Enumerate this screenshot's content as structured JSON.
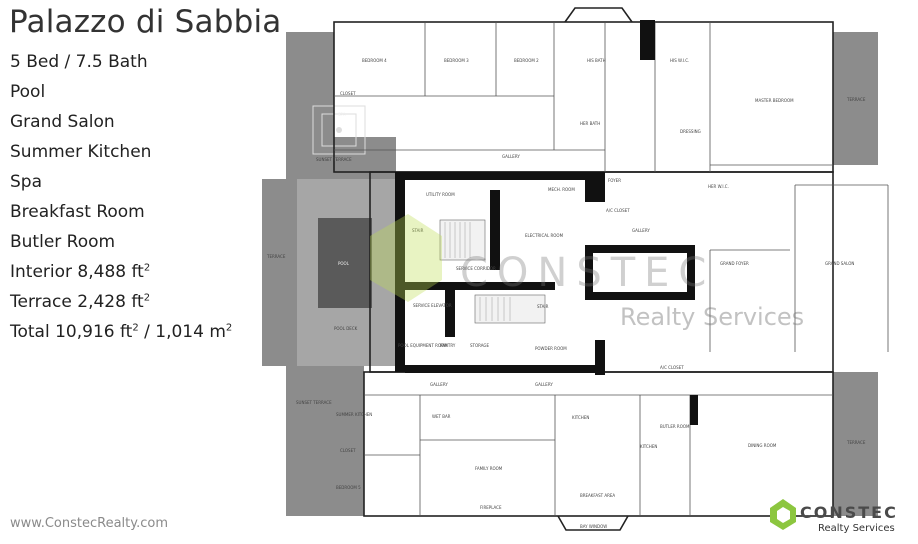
{
  "title": "Palazzo di Sabbia",
  "features": {
    "beds_baths": "5 Bed / 7.5 Bath",
    "pool": "Pool",
    "grand_salon": "Grand Salon",
    "summer_kitchen": "Summer Kitchen",
    "spa": "Spa",
    "breakfast_room": "Breakfast Room",
    "butler_room": "Butler Room",
    "interior": "Interior 8,488 ft",
    "terrace": "Terrace 2,428 ft",
    "total_a": "Total 10,916 ft",
    "total_b": " / 1,014 m",
    "sup": "2"
  },
  "footer": "www.ConstecRealty.com",
  "watermark": {
    "main": "CONSTEC",
    "sub": "Realty Services"
  },
  "brand": {
    "name": "CONSTEC",
    "sub": "Realty Services",
    "accent": "#8cc63f"
  },
  "rooms": {
    "bedroom4": "BEDROOM 4",
    "bedroom3": "BEDROOM 3",
    "bedroom2": "BEDROOM 2",
    "bedroom5": "BEDROOM 5",
    "his_bath": "HIS BATH",
    "her_bath": "HER BATH",
    "his_wic": "HIS W.I.C.",
    "her_wic": "HER W.I.C.",
    "master_bedroom": "MASTER BEDROOM",
    "terrace": "TERRACE",
    "spa": "SPA",
    "sunset_terrace": "SUNSET TERRACE",
    "pool": "POOL",
    "pool_deck": "POOL DECK",
    "gallery": "GALLERY",
    "utility_room": "UTILITY ROOM",
    "mech_room": "MECH. ROOM",
    "electrical_room": "ELECTRICAL ROOM",
    "service_corridor": "SERVICE CORRIDOR",
    "service_elevator": "SERVICE ELEVATOR",
    "foyer": "FOYER",
    "grand_foyer": "GRAND FOYER",
    "grand_salon": "GRAND SALON",
    "pool_equipment": "POOL EQUIPMENT ROOM",
    "pantry": "PANTRY",
    "storage": "STORAGE",
    "powder_room": "POWDER ROOM",
    "dining_room": "DINING ROOM",
    "family_room": "FAMILY ROOM",
    "breakfast_area": "BREAKFAST AREA",
    "kitchen": "KITCHEN",
    "butler_room": "BUTLER ROOM",
    "summer_kitchen": "SUMMER KITCHEN",
    "wet_bar": "WET BAR",
    "bay_window": "BAY WINDOW",
    "fireplace": "FIREPLACE",
    "dressing": "DRESSING",
    "ac_closet": "A/C CLOSET",
    "closet": "CLOSET",
    "stair": "STAIR"
  }
}
